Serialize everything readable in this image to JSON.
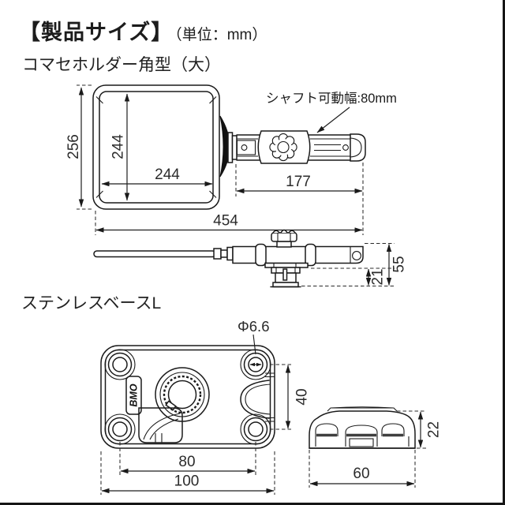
{
  "header": {
    "title": "【製品サイズ】",
    "unit": "（単位：mm）"
  },
  "sections": {
    "holder": "コマセホルダー角型（大）",
    "base": "ステンレスベースL"
  },
  "holder_front": {
    "outer_height": "256",
    "inner_height": "244",
    "inner_width": "244",
    "shaft_length": "177",
    "total_length": "454",
    "shaft_note": "シャフト可動幅:80mm"
  },
  "holder_side": {
    "mount_height": "21",
    "total_height": "55"
  },
  "base_top": {
    "hole_diameter": "Φ6.6",
    "hole_pitch_vertical": "40",
    "hole_pitch_horizontal": "80",
    "overall_width": "100",
    "logo": "BMO"
  },
  "base_side": {
    "height": "22",
    "width": "60"
  },
  "colors": {
    "line": "#1a1a1a",
    "text": "#2b2b2b",
    "background": "#ffffff"
  }
}
